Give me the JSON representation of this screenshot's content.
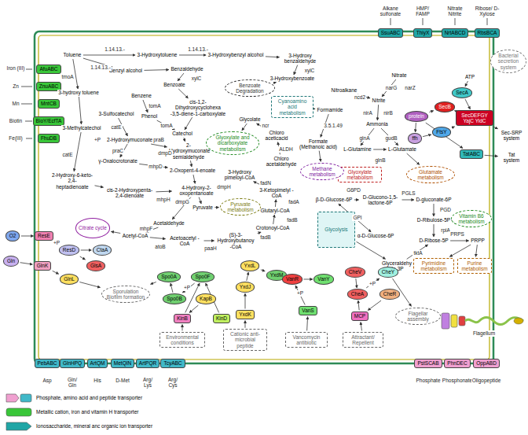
{
  "diagram": {
    "nodes": [
      {
        "text": [
          "AfuABC"
        ]
      },
      {
        "text": [
          "ZnuABC"
        ]
      },
      {
        "text": [
          "MntCB"
        ]
      },
      {
        "text": [
          "BioY/EcfTA"
        ]
      },
      {
        "text": [
          "FhuDB"
        ]
      },
      {
        "text": [
          "SsuABC"
        ]
      },
      {
        "text": [
          "ThiyX"
        ]
      },
      {
        "text": [
          "NrtABCD"
        ]
      },
      {
        "text": [
          "RbsBCA"
        ]
      },
      {
        "text": [
          "Bacterial secretion system"
        ]
      },
      {
        "text": [
          "ATP"
        ]
      },
      {
        "text": [
          "SecA"
        ]
      },
      {
        "text": [
          "protein"
        ]
      },
      {
        "text": [
          "SecB"
        ]
      },
      {
        "text": [
          "ffh"
        ]
      },
      {
        "text": [
          "FtsY"
        ]
      },
      {
        "text": [
          "SecDEFGY YajC YidC"
        ]
      },
      {
        "text": [
          "Sec-SRP system"
        ]
      },
      {
        "text": [
          "TatABC"
        ]
      },
      {
        "text": [
          "Tat system"
        ]
      },
      {
        "text": [
          "Toluene"
        ]
      },
      {
        "text": [
          "3-Hydroxytoluene"
        ]
      },
      {
        "text": [
          "3-Hydroxybenzyl alcohol"
        ]
      },
      {
        "text": [
          "3-Hydroxy benzaldehyde"
        ]
      },
      {
        "text": [
          "3-Hydroxybenzoate"
        ]
      },
      {
        "text": [
          "Benzyl alcohol"
        ]
      },
      {
        "text": [
          "Benzaldehyde"
        ]
      },
      {
        "text": [
          "Benzoate"
        ]
      },
      {
        "text": [
          "cis-1,2-Dihydroxycyclohexa -3,5-diene-1-carboxylate"
        ]
      },
      {
        "text": [
          "Benzene"
        ]
      },
      {
        "text": [
          "Phenol"
        ]
      },
      {
        "text": [
          "Catechol"
        ]
      },
      {
        "text": [
          "3-hydroxy toluene"
        ]
      },
      {
        "text": [
          "3-Methylcatechol"
        ]
      },
      {
        "text": [
          "3-Sulfocatechol"
        ]
      },
      {
        "text": [
          "2-Hydroxymuconate"
        ]
      },
      {
        "text": [
          "2-Hydroxymuconate semialdehyde"
        ]
      },
      {
        "text": [
          "γ-Oxalocrotonate"
        ]
      },
      {
        "text": [
          "2-Oxopent-4-enoate"
        ]
      },
      {
        "text": [
          "2-Hydroxy-6-keto-2,4-heptadienoate"
        ]
      },
      {
        "text": [
          "cis-2-Hydroxypenta-2,4-dienoate"
        ]
      },
      {
        "text": [
          "4-Hydroxy-2-oxopentanoate"
        ]
      },
      {
        "text": [
          "Pyruvate"
        ]
      },
      {
        "text": [
          "Acetaldehyde"
        ]
      },
      {
        "text": [
          "Acetyl-CoA"
        ]
      },
      {
        "text": [
          "Citrate cycle"
        ]
      },
      {
        "text": [
          "Acetoacetyl -CoA"
        ]
      },
      {
        "text": [
          "(S)-3-Hydroxybutanoy -CoA"
        ]
      },
      {
        "text": [
          "Crotonoyl-CoA"
        ]
      },
      {
        "text": [
          "Glutaryl-CoA"
        ]
      },
      {
        "text": [
          "3-Ketopimelyl -CoA"
        ]
      },
      {
        "text": [
          "3-Hydroxy pimeloyl-CoA"
        ]
      },
      {
        "text": [
          "Pyruvate metabolism"
        ]
      },
      {
        "text": [
          "Benzoate Degradation"
        ]
      },
      {
        "text": [
          "Cyanoamino acid metabolism"
        ]
      },
      {
        "text": [
          "Formamide"
        ]
      },
      {
        "text": [
          "Nitroalkane"
        ]
      },
      {
        "text": [
          "Nitrate"
        ]
      },
      {
        "text": [
          "Nitrite"
        ]
      },
      {
        "text": [
          "Ammonia"
        ]
      },
      {
        "text": [
          "L-Glutamine"
        ]
      },
      {
        "text": [
          "L-Glutamate"
        ]
      },
      {
        "text": [
          "Glutamate metabolism"
        ]
      },
      {
        "text": [
          "Formate (Methanoic acid)"
        ]
      },
      {
        "text": [
          "Glyoxylate metabolism"
        ]
      },
      {
        "text": [
          "Methane metabolism"
        ]
      },
      {
        "text": [
          "Glycolate"
        ]
      },
      {
        "text": [
          "Glyoxylate and dicarboxylate metabolism"
        ]
      },
      {
        "text": [
          "Chloro aceticacid"
        ]
      },
      {
        "text": [
          "Chloro acetaldehyde"
        ]
      },
      {
        "text": [
          "Glycolysis"
        ]
      },
      {
        "text": [
          "β-D-Glucose-6P"
        ]
      },
      {
        "text": [
          "D-Glucono-1,5-lactone-6P"
        ]
      },
      {
        "text": [
          "D-gluconate-6P"
        ]
      },
      {
        "text": [
          "D-Ribulose-5P"
        ]
      },
      {
        "text": [
          "D-Ribose-5P"
        ]
      },
      {
        "text": [
          "α-D-Glucose-6P"
        ]
      },
      {
        "text": [
          "Glyceraldehy de-3P"
        ]
      },
      {
        "text": [
          "PRPP"
        ]
      },
      {
        "text": [
          "Vitamin B6 metabolism"
        ]
      },
      {
        "text": [
          "Pyrimidine metabolism"
        ]
      },
      {
        "text": [
          "Purine metabolism"
        ]
      },
      {
        "text": [
          "O2"
        ]
      },
      {
        "text": [
          "ResE"
        ]
      },
      {
        "text": [
          "Gln"
        ]
      },
      {
        "text": [
          "GlnK"
        ]
      },
      {
        "text": [
          "ResD"
        ]
      },
      {
        "text": [
          "CtaA"
        ]
      },
      {
        "text": [
          "GlsA"
        ]
      },
      {
        "text": [
          "GlnL"
        ]
      },
      {
        "text": [
          "Sporulation Biofilm formation"
        ]
      },
      {
        "text": [
          "Spo0A"
        ]
      },
      {
        "text": [
          "Spo0F"
        ]
      },
      {
        "text": [
          "Spo0B"
        ]
      },
      {
        "text": [
          "KapB"
        ]
      },
      {
        "text": [
          "KinB"
        ]
      },
      {
        "text": [
          "KinD"
        ]
      },
      {
        "text": [
          "YxdL"
        ]
      },
      {
        "text": [
          "YxdM"
        ]
      },
      {
        "text": [
          "YxdJ"
        ]
      },
      {
        "text": [
          "YxdK"
        ]
      },
      {
        "text": [
          "VanR"
        ]
      },
      {
        "text": [
          "VanY"
        ]
      },
      {
        "text": [
          "VanS"
        ]
      },
      {
        "text": [
          "CheV"
        ]
      },
      {
        "text": [
          "CheY"
        ]
      },
      {
        "text": [
          "CheA"
        ]
      },
      {
        "text": [
          "CheR"
        ]
      },
      {
        "text": [
          "MCP"
        ]
      },
      {
        "text": [
          "Flagellar assembly"
        ]
      },
      {
        "text": [
          "Environmental conditions"
        ]
      },
      {
        "text": [
          "Cationic anti-microbial peptide"
        ]
      },
      {
        "text": [
          "Vancomycin antibiotic"
        ]
      },
      {
        "text": [
          "Attractant/ Repellent"
        ]
      },
      {
        "text": [
          "PebABC"
        ]
      },
      {
        "text": [
          "GlnHPQ"
        ]
      },
      {
        "text": [
          "ArtQM"
        ]
      },
      {
        "text": [
          "MetQIN"
        ]
      },
      {
        "text": [
          "ArtPQR"
        ]
      },
      {
        "text": [
          "TcyABC"
        ]
      },
      {
        "text": [
          "PstSCAB"
        ]
      },
      {
        "text": [
          "PhnDEC"
        ]
      },
      {
        "text": [
          "OppABD"
        ]
      }
    ],
    "edges": [
      {
        "from": 20,
        "to": 21,
        "arrow": "to"
      },
      {
        "from": 21,
        "to": 22,
        "arrow": "to"
      },
      {
        "from": 22,
        "to": 23,
        "arrow": "to"
      },
      {
        "from": 23,
        "to": 24,
        "arrow": "to"
      },
      {
        "from": 24,
        "to": 53,
        "arrow": "to"
      },
      {
        "from": 20,
        "to": 25,
        "arrow": "to"
      },
      {
        "from": 25,
        "to": 26,
        "arrow": "to"
      },
      {
        "from": 26,
        "to": 27,
        "arrow": "to"
      },
      {
        "from": 27,
        "to": 28,
        "arrow": "to"
      },
      {
        "from": 28,
        "to": 31,
        "arrow": "to"
      },
      {
        "from": 20,
        "to": 32,
        "arrow": "to"
      },
      {
        "from": 32,
        "to": 33,
        "arrow": "to"
      },
      {
        "from": 29,
        "to": 30,
        "arrow": "to"
      },
      {
        "from": 30,
        "to": 31,
        "arrow": "to"
      },
      {
        "from": 34,
        "to": 35,
        "arrow": "to"
      },
      {
        "from": 33,
        "to": 39,
        "arrow": "to"
      },
      {
        "from": 31,
        "to": 36,
        "arrow": "to"
      },
      {
        "from": 35,
        "to": 36,
        "arrow": "to"
      },
      {
        "from": 35,
        "to": 37,
        "arrow": "to"
      },
      {
        "from": 37,
        "to": 38,
        "arrow": "to"
      },
      {
        "from": 36,
        "to": 38,
        "arrow": "to"
      },
      {
        "from": 38,
        "to": 41,
        "arrow": "to"
      },
      {
        "from": 39,
        "to": 40,
        "arrow": "to"
      },
      {
        "from": 40,
        "to": 41,
        "arrow": "to"
      },
      {
        "from": 41,
        "to": 42,
        "arrow": "to"
      },
      {
        "from": 41,
        "to": 43,
        "arrow": "to"
      },
      {
        "from": 43,
        "to": 44,
        "arrow": "to"
      },
      {
        "from": 44,
        "to": 45,
        "arrow": "to"
      },
      {
        "from": 44,
        "to": 46,
        "arrow": "to"
      },
      {
        "from": 46,
        "to": 47,
        "arrow": "to"
      },
      {
        "from": 47,
        "to": 48,
        "arrow": "to"
      },
      {
        "from": 48,
        "to": 49,
        "arrow": "to"
      },
      {
        "from": 49,
        "to": 50,
        "arrow": "to"
      },
      {
        "from": 50,
        "to": 51,
        "arrow": "to"
      },
      {
        "from": 42,
        "to": 52,
        "arrow": "to"
      },
      {
        "from": 54,
        "to": 55,
        "arrow": "to"
      },
      {
        "from": 55,
        "to": 63,
        "arrow": "to"
      },
      {
        "from": 63,
        "to": 65,
        "arrow": "to"
      },
      {
        "from": 56,
        "to": 58,
        "arrow": "to"
      },
      {
        "from": 57,
        "to": 58,
        "arrow": "to"
      },
      {
        "from": 58,
        "to": 59,
        "arrow": "to"
      },
      {
        "from": 59,
        "to": 60,
        "arrow": "to"
      },
      {
        "from": 60,
        "to": 61,
        "arrow": "to"
      },
      {
        "from": 59,
        "to": 61,
        "arrow": "to"
      },
      {
        "from": 61,
        "to": 62,
        "arrow": "to"
      },
      {
        "from": 66,
        "to": 67,
        "arrow": "to"
      },
      {
        "from": 68,
        "to": 66,
        "arrow": "to"
      },
      {
        "from": 69,
        "to": 68,
        "arrow": "to"
      },
      {
        "from": 71,
        "to": 72,
        "arrow": "to"
      },
      {
        "from": 72,
        "to": 73,
        "arrow": "to"
      },
      {
        "from": 73,
        "to": 74,
        "arrow": "to"
      },
      {
        "from": 74,
        "to": 75,
        "arrow": "to"
      },
      {
        "from": 75,
        "to": 78,
        "arrow": "to"
      },
      {
        "from": 74,
        "to": 79,
        "arrow": "to"
      },
      {
        "from": 78,
        "to": 80,
        "arrow": "to"
      },
      {
        "from": 78,
        "to": 81,
        "arrow": "to"
      },
      {
        "from": 71,
        "to": 76,
        "arrow": "both"
      },
      {
        "from": 70,
        "to": 77,
        "arrow": "to"
      },
      {
        "from": 77,
        "to": 75,
        "arrow": "to"
      },
      {
        "from": 10,
        "to": 11,
        "arrow": "to"
      },
      {
        "from": 11,
        "to": 16,
        "arrow": "to"
      },
      {
        "from": 12,
        "to": 13,
        "arrow": "to"
      },
      {
        "from": 13,
        "to": 16,
        "arrow": "to"
      },
      {
        "from": 12,
        "to": 14,
        "arrow": "to"
      },
      {
        "from": 14,
        "to": 15,
        "arrow": "to"
      },
      {
        "from": 15,
        "to": 16,
        "arrow": "to"
      },
      {
        "from": 16,
        "to": 17,
        "arrow": "to"
      },
      {
        "from": 12,
        "to": 18,
        "arrow": "to"
      },
      {
        "from": 18,
        "to": 19,
        "arrow": "to"
      },
      {
        "from": 82,
        "to": 83,
        "arrow": "to"
      },
      {
        "from": 83,
        "to": 86,
        "arrow": "to"
      },
      {
        "from": 86,
        "to": 87,
        "arrow": "to"
      },
      {
        "from": 86,
        "to": 88,
        "arrow": "to"
      },
      {
        "from": 84,
        "to": 85,
        "arrow": "to"
      },
      {
        "from": 85,
        "to": 89,
        "arrow": "to"
      },
      {
        "from": 89,
        "to": 90,
        "arrow": "to"
      },
      {
        "from": 92,
        "to": 93,
        "arrow": "to"
      },
      {
        "from": 93,
        "to": 91,
        "arrow": "to"
      },
      {
        "from": 91,
        "to": 90,
        "arrow": "to"
      },
      {
        "from": 95,
        "to": 92,
        "arrow": "to"
      },
      {
        "from": 96,
        "to": 92,
        "arrow": "to"
      },
      {
        "from": 94,
        "to": 95,
        "arrow": "to"
      },
      {
        "from": 100,
        "to": 99,
        "arrow": "to"
      },
      {
        "from": 99,
        "to": 97,
        "arrow": "to"
      },
      {
        "from": 97,
        "to": 98,
        "arrow": "to"
      },
      {
        "from": 103,
        "to": 101,
        "arrow": "to"
      },
      {
        "from": 101,
        "to": 102,
        "arrow": "to"
      },
      {
        "from": 104,
        "to": 106,
        "arrow": "to"
      },
      {
        "from": 106,
        "to": 105,
        "arrow": "to"
      },
      {
        "from": 108,
        "to": 106,
        "arrow": "to"
      },
      {
        "from": 107,
        "to": 108,
        "arrow": "to"
      },
      {
        "from": 105,
        "to": 109,
        "arrow": "to"
      },
      {
        "from": 110,
        "to": 95,
        "arrow": "to"
      },
      {
        "from": 111,
        "to": 100,
        "arrow": "to"
      },
      {
        "from": 112,
        "to": 103,
        "arrow": "to"
      },
      {
        "from": 113,
        "to": 108,
        "arrow": "to"
      }
    ],
    "labels": [
      "Iron (III)",
      "Zn",
      "Mn",
      "Biotin",
      "Fe(III)",
      "Alkane sulfonate",
      "HMP/ FAMP",
      "Nitrate Nitrite",
      "Ribose/ D-Xylose",
      "1.14.13.-",
      "1.14.13.-",
      "1.14.13.-",
      "tmoA",
      "xylC",
      "xylC",
      "tomA",
      "tomA",
      "catE",
      "catE",
      "+P",
      "praB",
      "praC",
      "mhpD",
      "dmpD",
      "dmpH",
      "mhpH",
      "dmpG",
      "mhpF",
      "atoB",
      "paaH",
      "fadB",
      "fadB",
      "fadA",
      "fadN",
      "ALDH",
      "ncr",
      "ncd2",
      "narG",
      "narZ",
      "nirA",
      "nirB",
      "3.5.1.49",
      "glnA",
      "gudB",
      "glnB",
      "G6PD",
      "PGLS",
      "PGD",
      "rpiA",
      "GPI",
      "PRPS",
      "tktA",
      "+P",
      "+P",
      "+P",
      "+P",
      "Asp",
      "Gln/ Gln",
      "His",
      "D-Met",
      "Arg/ Lys",
      "Arg/ Cys",
      "Phosphate",
      "Phosphonate",
      "Oligopeptide",
      "Flagellum"
    ],
    "legend": [
      {
        "text": "Phosphate, amino acid and peptide transporter"
      },
      {
        "text": "Metallic cation, iron and vitamin H transporter"
      },
      {
        "text": "Ionosaccharide, mineral anc organic ion transporter"
      }
    ]
  }
}
